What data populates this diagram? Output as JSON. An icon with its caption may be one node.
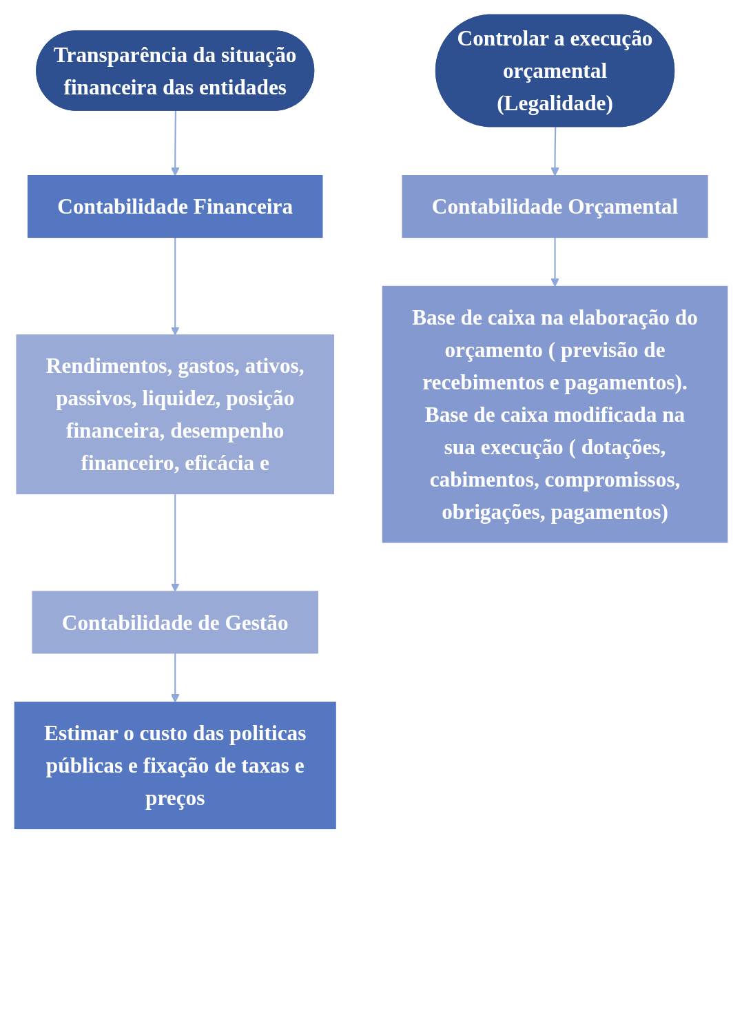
{
  "diagram": {
    "nodes": [
      {
        "text": [
          "Transparência da situação financeira das entidades"
        ]
      },
      {
        "text": [
          "Contabilidade Financeira"
        ]
      },
      {
        "text": [
          "Rendimentos, gastos, ativos, passivos, liquidez, posição financeira, desempenho financeiro, eficácia e"
        ]
      },
      {
        "text": [
          "Contabilidade de Gestão"
        ]
      },
      {
        "text": [
          "Estimar o custo das politicas públicas e fixação de taxas e preços"
        ]
      },
      {
        "text": [
          "Controlar a execução orçamental",
          "(Legalidade)"
        ]
      },
      {
        "text": [
          "Contabilidade Orçamental"
        ]
      },
      {
        "text": [
          "Base de caixa na elaboração do orçamento ( previsão de recebimentos e pagamentos). Base de caixa modificada na sua execução ( dotações, cabimentos, compromissos, obrigações, pagamentos)"
        ]
      }
    ],
    "edges": [
      {
        "from": 0,
        "to": 1,
        "arrow": "to"
      },
      {
        "from": 1,
        "to": 2,
        "arrow": "to"
      },
      {
        "from": 2,
        "to": 3,
        "arrow": "to"
      },
      {
        "from": 3,
        "to": 4,
        "arrow": "to"
      },
      {
        "from": 5,
        "to": 6,
        "arrow": "to"
      },
      {
        "from": 6,
        "to": 7,
        "arrow": "to"
      }
    ]
  }
}
